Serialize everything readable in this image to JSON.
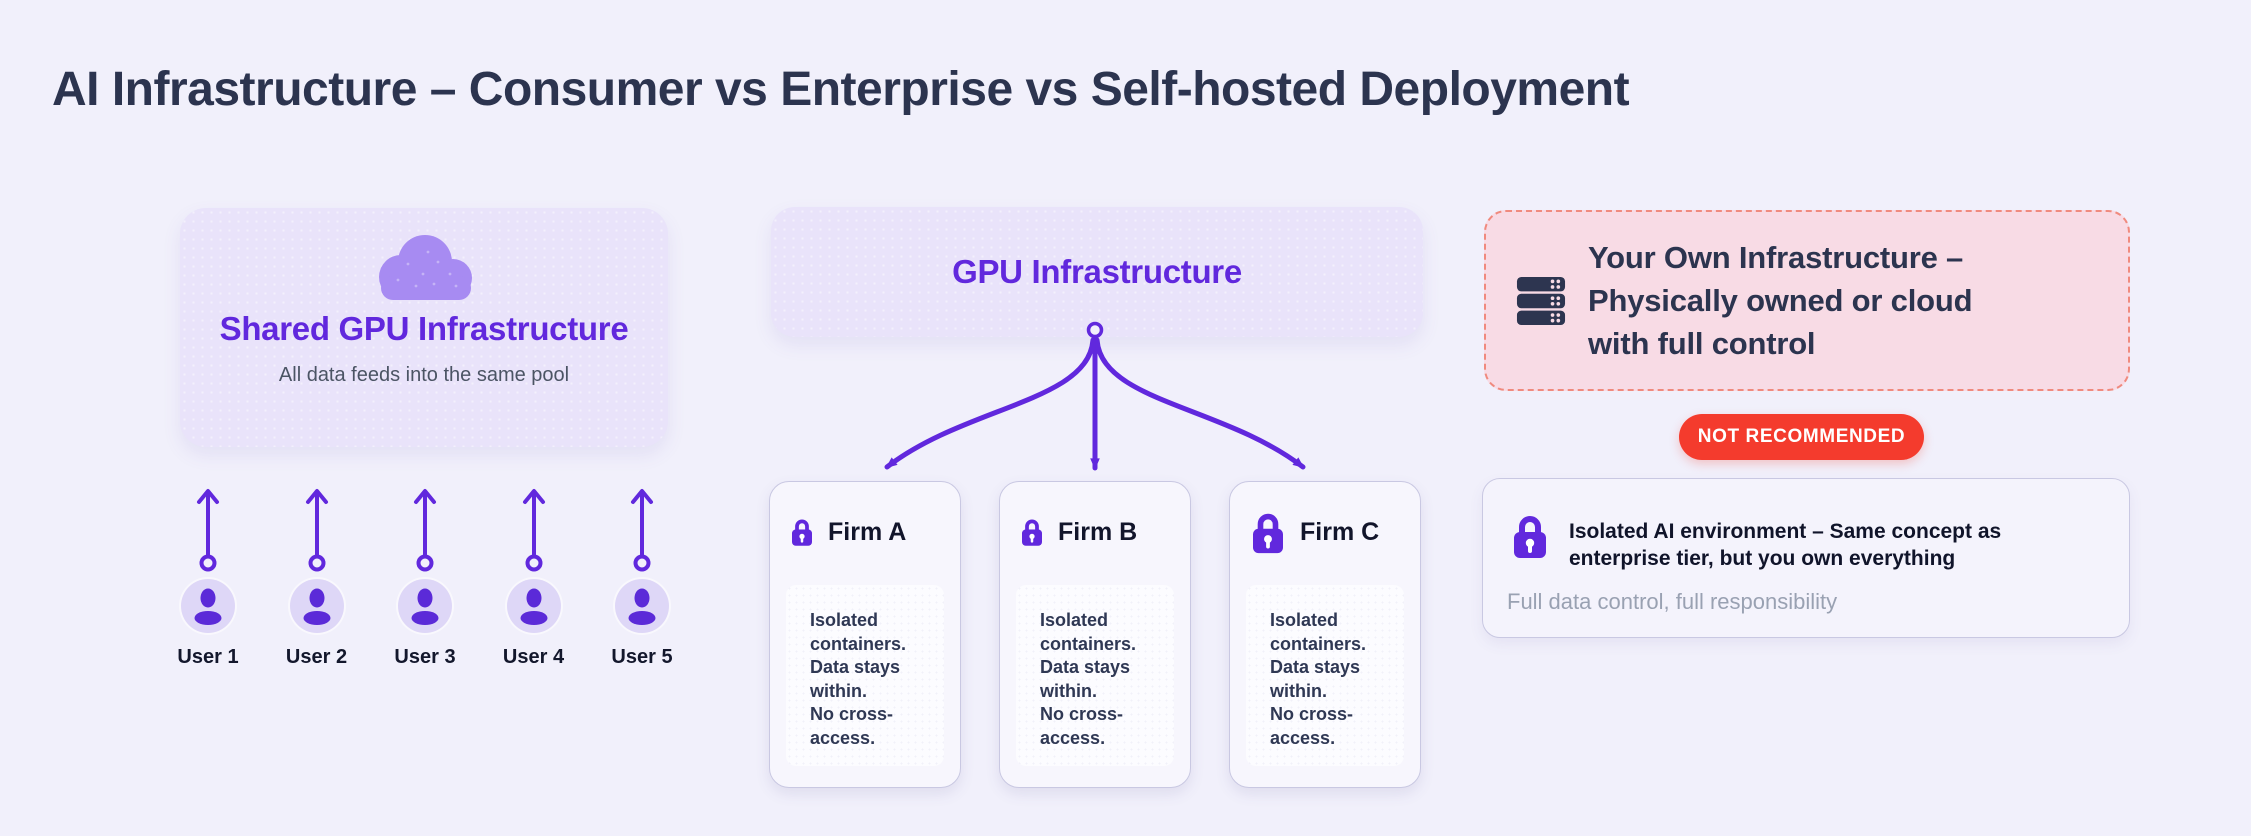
{
  "page": {
    "title": "AI Infrastructure – Consumer vs Enterprise vs Self-hosted Deployment",
    "background": "#f1f0fb"
  },
  "colors": {
    "accent_purple": "#6128dd",
    "lavender_panel": "#e9e3fa",
    "navy_text": "#2c344f",
    "alert_red": "#f43b2d",
    "pink_panel": "#f8dbe5",
    "pink_dashed_border": "#f08a7e",
    "muted_gray": "#99a1b2"
  },
  "consumer": {
    "icon": "cloud-icon",
    "heading": "Shared GPU Infrastructure",
    "subtitle": "All data feeds into the same pool",
    "users": [
      {
        "icon": "user-icon",
        "label": "User 1"
      },
      {
        "icon": "user-icon",
        "label": "User 2"
      },
      {
        "icon": "user-icon",
        "label": "User 3"
      },
      {
        "icon": "user-icon",
        "label": "User 4"
      },
      {
        "icon": "user-icon",
        "label": "User 5"
      }
    ]
  },
  "enterprise": {
    "heading": "GPU Infrastructure",
    "firms": [
      {
        "icon": "lock-icon",
        "name": "Firm A",
        "body": "Isolated\ncontainers.\nData stays\nwithin.\nNo cross-\naccess."
      },
      {
        "icon": "lock-icon",
        "name": "Firm B",
        "body": "Isolated\ncontainers.\nData stays\nwithin.\nNo cross-\naccess."
      },
      {
        "icon": "lock-icon",
        "name": "Firm C",
        "body": "Isolated\ncontainers.\nData stays\nwithin.\nNo cross-\naccess."
      }
    ]
  },
  "selfhosted": {
    "icon": "server-icon",
    "heading": "Your Own Infrastructure –\nPhysically owned or cloud\nwith full control",
    "badge": "NOT RECOMMENDED",
    "note": {
      "icon": "lock-icon",
      "bold": "Isolated AI environment – Same concept as\nenterprise tier, but you own everything",
      "sub": "Full data control, full responsibility"
    }
  }
}
